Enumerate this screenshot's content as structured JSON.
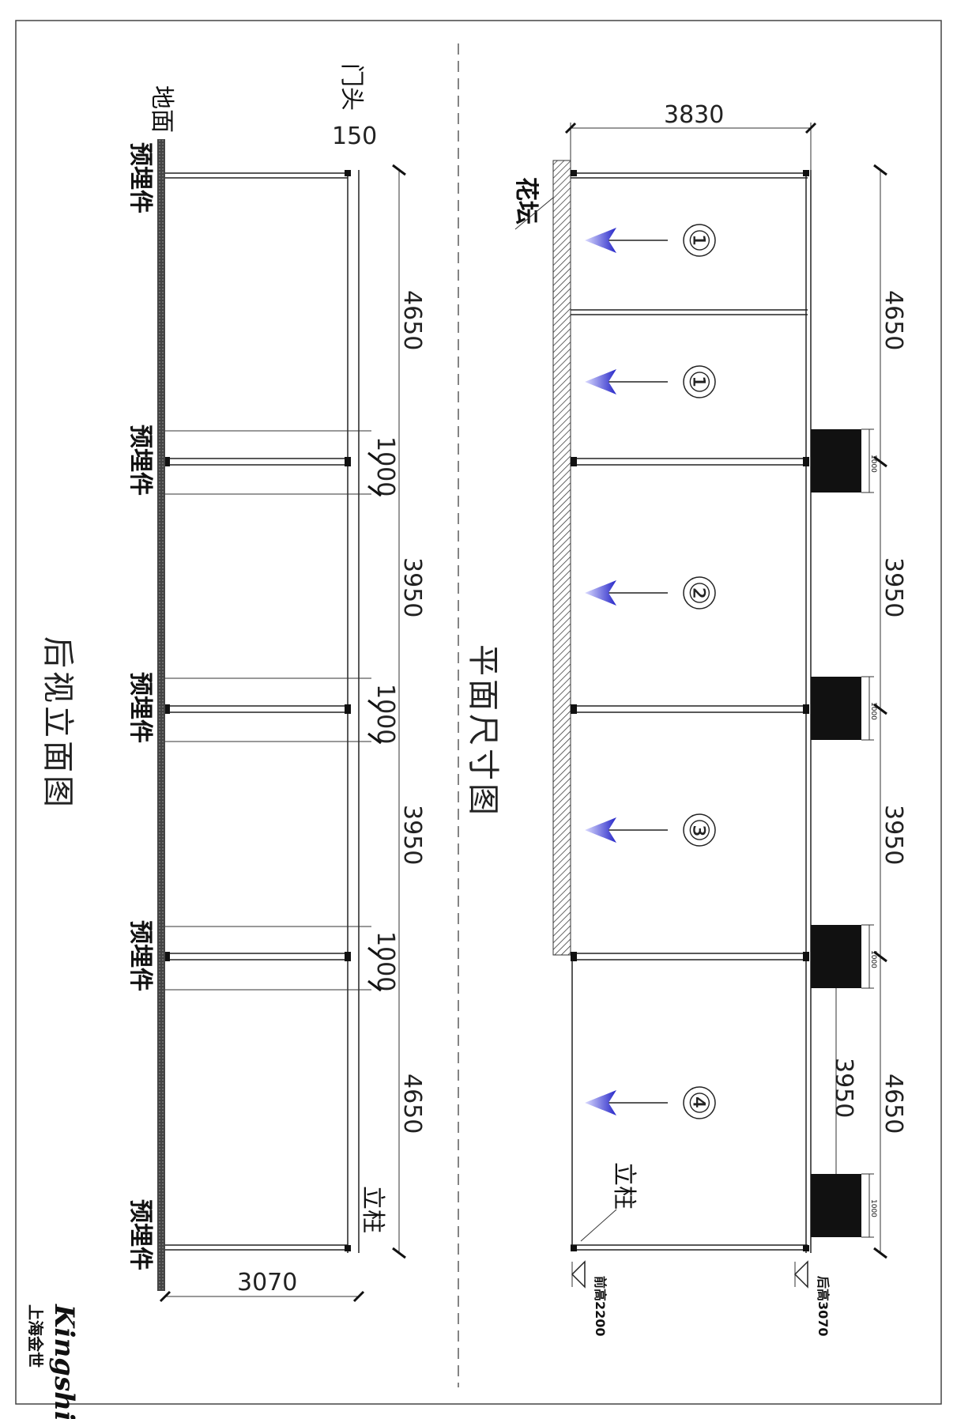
{
  "plan": {
    "title": "平面尺寸图",
    "flowerbed": "花坛",
    "column": "立柱",
    "front_height": "前高2200",
    "rear_height": "后高3070",
    "width_dim": "3830",
    "dims": [
      "4650",
      "3950",
      "3950",
      "4650"
    ],
    "inner_dim": "3950",
    "small_dims": [
      "1000",
      "1000",
      "1000",
      "1000"
    ],
    "zones": [
      "①",
      "①",
      "②",
      "③",
      "④"
    ]
  },
  "elevation": {
    "title": "后视立面图",
    "ground": "地面",
    "door_head": "门头",
    "door_head_dim": "150",
    "embedded": [
      "预埋件",
      "预埋件",
      "预埋件",
      "预埋件",
      "预埋件"
    ],
    "dims": [
      "4650",
      "3950",
      "3950",
      "4650"
    ],
    "gap_dims": [
      "1000",
      "1000",
      "1000"
    ],
    "width_dim": "3070",
    "column": "立柱"
  },
  "logo": {
    "text": "Kingshi",
    "subtitle": "上海金世"
  },
  "colors": {
    "arrow": "#3b3bd6",
    "line": "#222222",
    "fill": "#111111"
  }
}
